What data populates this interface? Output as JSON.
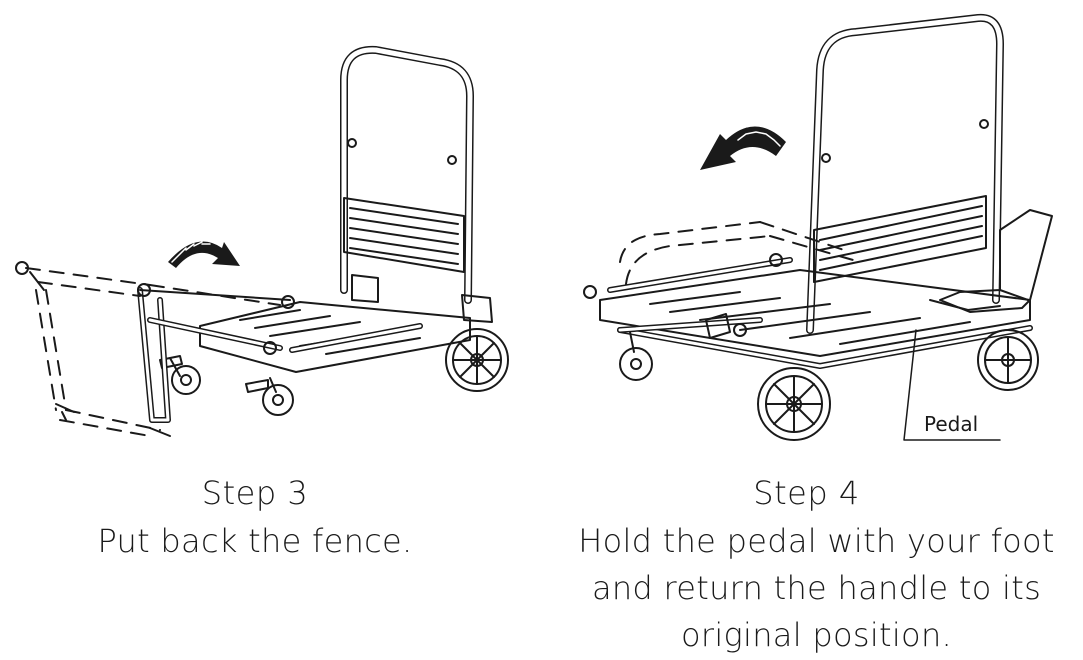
{
  "steps": [
    {
      "title": "Step 3",
      "description_lines": [
        "Put back the fence."
      ]
    },
    {
      "title": "Step 4",
      "description_lines": [
        "Hold the pedal with your foot",
        "and return the handle to its",
        "original position."
      ],
      "callout": "Pedal"
    }
  ],
  "icons": {
    "step3_arrow": "curved-arrow-clockwise-icon",
    "step4_arrow": "curved-arrow-counterclockwise-icon"
  },
  "colors": {
    "line": "#1a1a1a",
    "background": "#ffffff"
  }
}
